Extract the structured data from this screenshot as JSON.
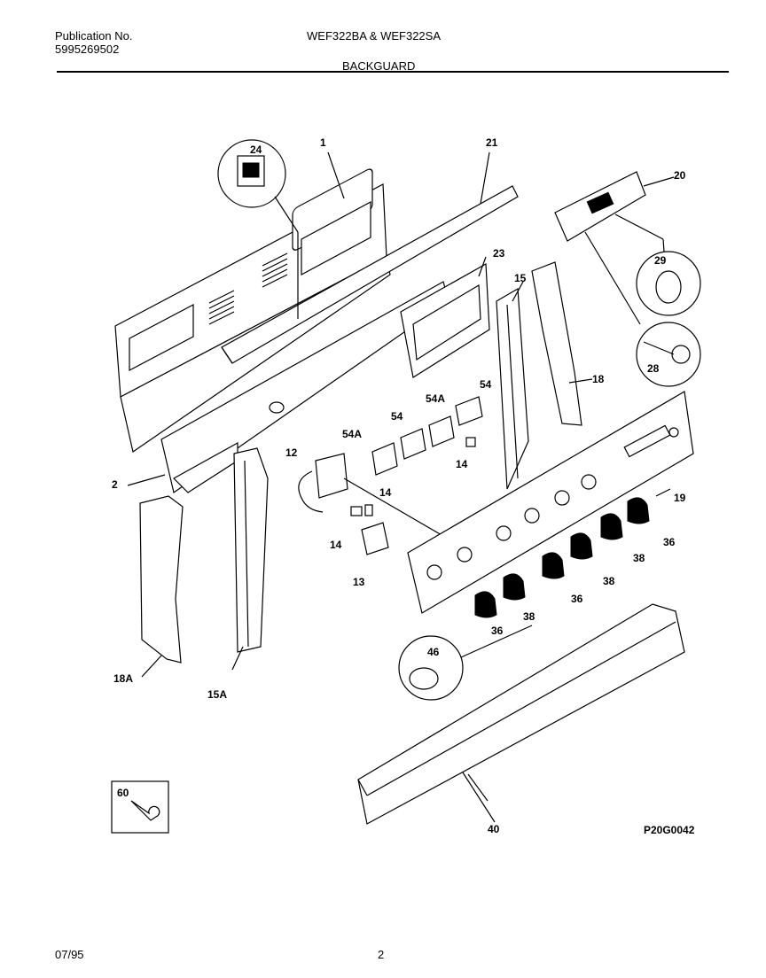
{
  "header": {
    "publication_label": "Publication No.",
    "publication_number": "5995269502",
    "model": "WEF322BA & WEF322SA",
    "section": "BACKGUARD"
  },
  "footer": {
    "date": "07/95",
    "page": "2"
  },
  "diagram_code": "P20G0042",
  "callouts": {
    "c1": "1",
    "c21": "21",
    "c24": "24",
    "c20": "20",
    "c29": "29",
    "c28": "28",
    "c23": "23",
    "c15": "15",
    "c18": "18",
    "c54a": "54",
    "c54A_a": "54A",
    "c54b": "54",
    "c54A_b": "54A",
    "c12": "12",
    "c14a": "14",
    "c14b": "14",
    "c14c": "14",
    "c2": "2",
    "c19": "19",
    "c36a": "36",
    "c38a": "38",
    "c38b": "38",
    "c36b": "36",
    "c38c": "38",
    "c36c": "36",
    "c13": "13",
    "c18A": "18A",
    "c15A": "15A",
    "c46": "46",
    "c60": "60",
    "c40": "40"
  }
}
